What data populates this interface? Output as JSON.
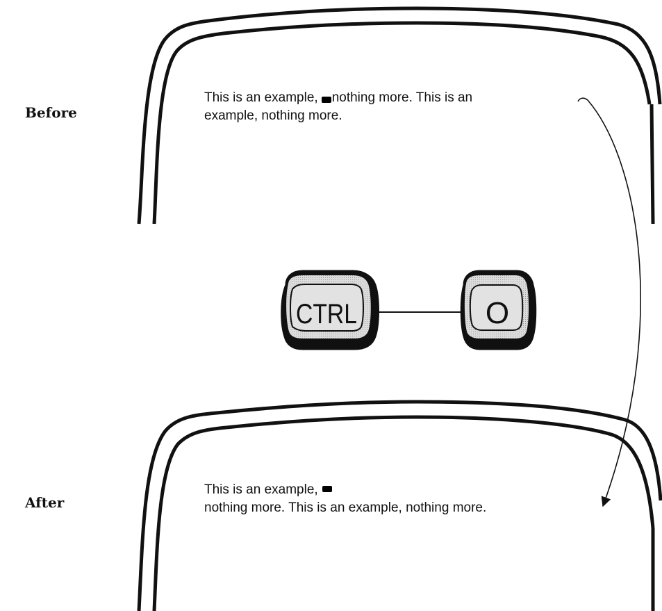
{
  "labels": {
    "before": "Before",
    "after": "After"
  },
  "before_screen": {
    "line1_part1": "This is an example,",
    "line1_part2": "nothing more. This is an",
    "line2": "example, nothing more."
  },
  "after_screen": {
    "line1": "This is an example,",
    "line2": "nothing more. This is an example, nothing more."
  },
  "keys": {
    "first": "CTRL",
    "second": "O"
  },
  "colors": {
    "ink": "#111111",
    "key_face": "#d4d4d4",
    "key_bevel": "#b8b8b8",
    "key_shadow": "#101010"
  }
}
